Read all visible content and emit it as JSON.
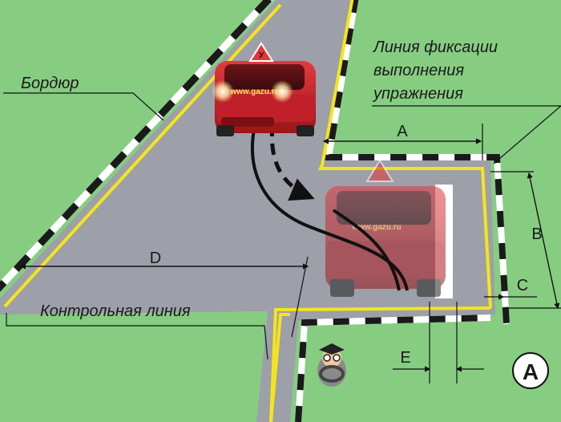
{
  "labels": {
    "curb": "Бордюр",
    "fix_line_1": "Линия фиксации",
    "fix_line_2": "выполнения",
    "fix_line_3": "упражнения",
    "control_line": "Контрольная линия",
    "dim_a": "A",
    "dim_b": "B",
    "dim_c": "C",
    "dim_d": "D",
    "dim_e": "E",
    "badge": "A"
  },
  "car": {
    "plate_text": "www.gazu.ru",
    "sign_letter": "У",
    "body_color": "#c8222a"
  },
  "colors": {
    "grass": "#86cd82",
    "asphalt": "#9d9fa9",
    "marking_yellow": "#f4e51b",
    "curb_dark": "#1a1a1a",
    "curb_light": "#ffffff"
  },
  "icons": {
    "instructor": "instructor-icon",
    "warning_sign": "learner-sign-icon"
  }
}
